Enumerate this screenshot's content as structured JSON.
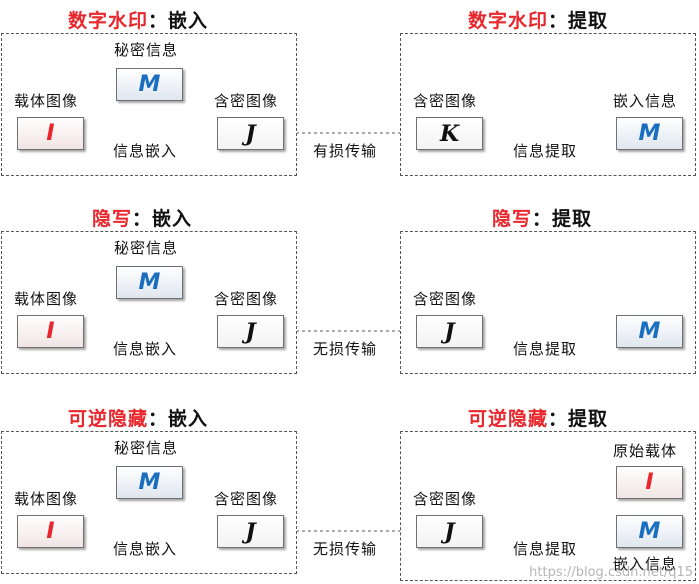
{
  "colors": {
    "accent_red": "#e8262b",
    "accent_blue": "#1a6ec0"
  },
  "sections": [
    {
      "embed_title": {
        "red": "数字水印",
        "rest": "：嵌入"
      },
      "extract_title": {
        "red": "数字水印",
        "rest": "：提取"
      },
      "secret_label": "秘密信息",
      "secret_node": "M",
      "carrier_label": "载体图像",
      "carrier_node": "I",
      "stego_label": "含密图像",
      "stego_node": "J",
      "embed_edge": "信息嵌入",
      "transmit_label": "有损传输",
      "recv_label": "含密图像",
      "recv_node": "K",
      "extract_edge": "信息提取",
      "out_label": "嵌入信息",
      "out_node": "M"
    },
    {
      "embed_title": {
        "red": "隐写",
        "rest": "：嵌入"
      },
      "extract_title": {
        "red": "隐写",
        "rest": "：提取"
      },
      "secret_label": "秘密信息",
      "secret_node": "M",
      "carrier_label": "载体图像",
      "carrier_node": "I",
      "stego_label": "含密图像",
      "stego_node": "J",
      "embed_edge": "信息嵌入",
      "transmit_label": "无损传输",
      "recv_label": "含密图像",
      "recv_node": "J",
      "extract_edge": "信息提取",
      "out_node": "M"
    },
    {
      "embed_title": {
        "red": "可逆隐藏",
        "rest": "：嵌入"
      },
      "extract_title": {
        "red": "可逆隐藏",
        "rest": "：提取"
      },
      "secret_label": "秘密信息",
      "secret_node": "M",
      "carrier_label": "载体图像",
      "carrier_node": "I",
      "stego_label": "含密图像",
      "stego_node": "J",
      "embed_edge": "信息嵌入",
      "transmit_label": "无损传输",
      "recv_label": "含密图像",
      "recv_node": "J",
      "extract_edge": "信息提取",
      "orig_label": "原始载体",
      "orig_node": "I",
      "out_label": "嵌入信息",
      "out_node": "M"
    }
  ],
  "watermark": "https://blog.csdn.net/q15"
}
